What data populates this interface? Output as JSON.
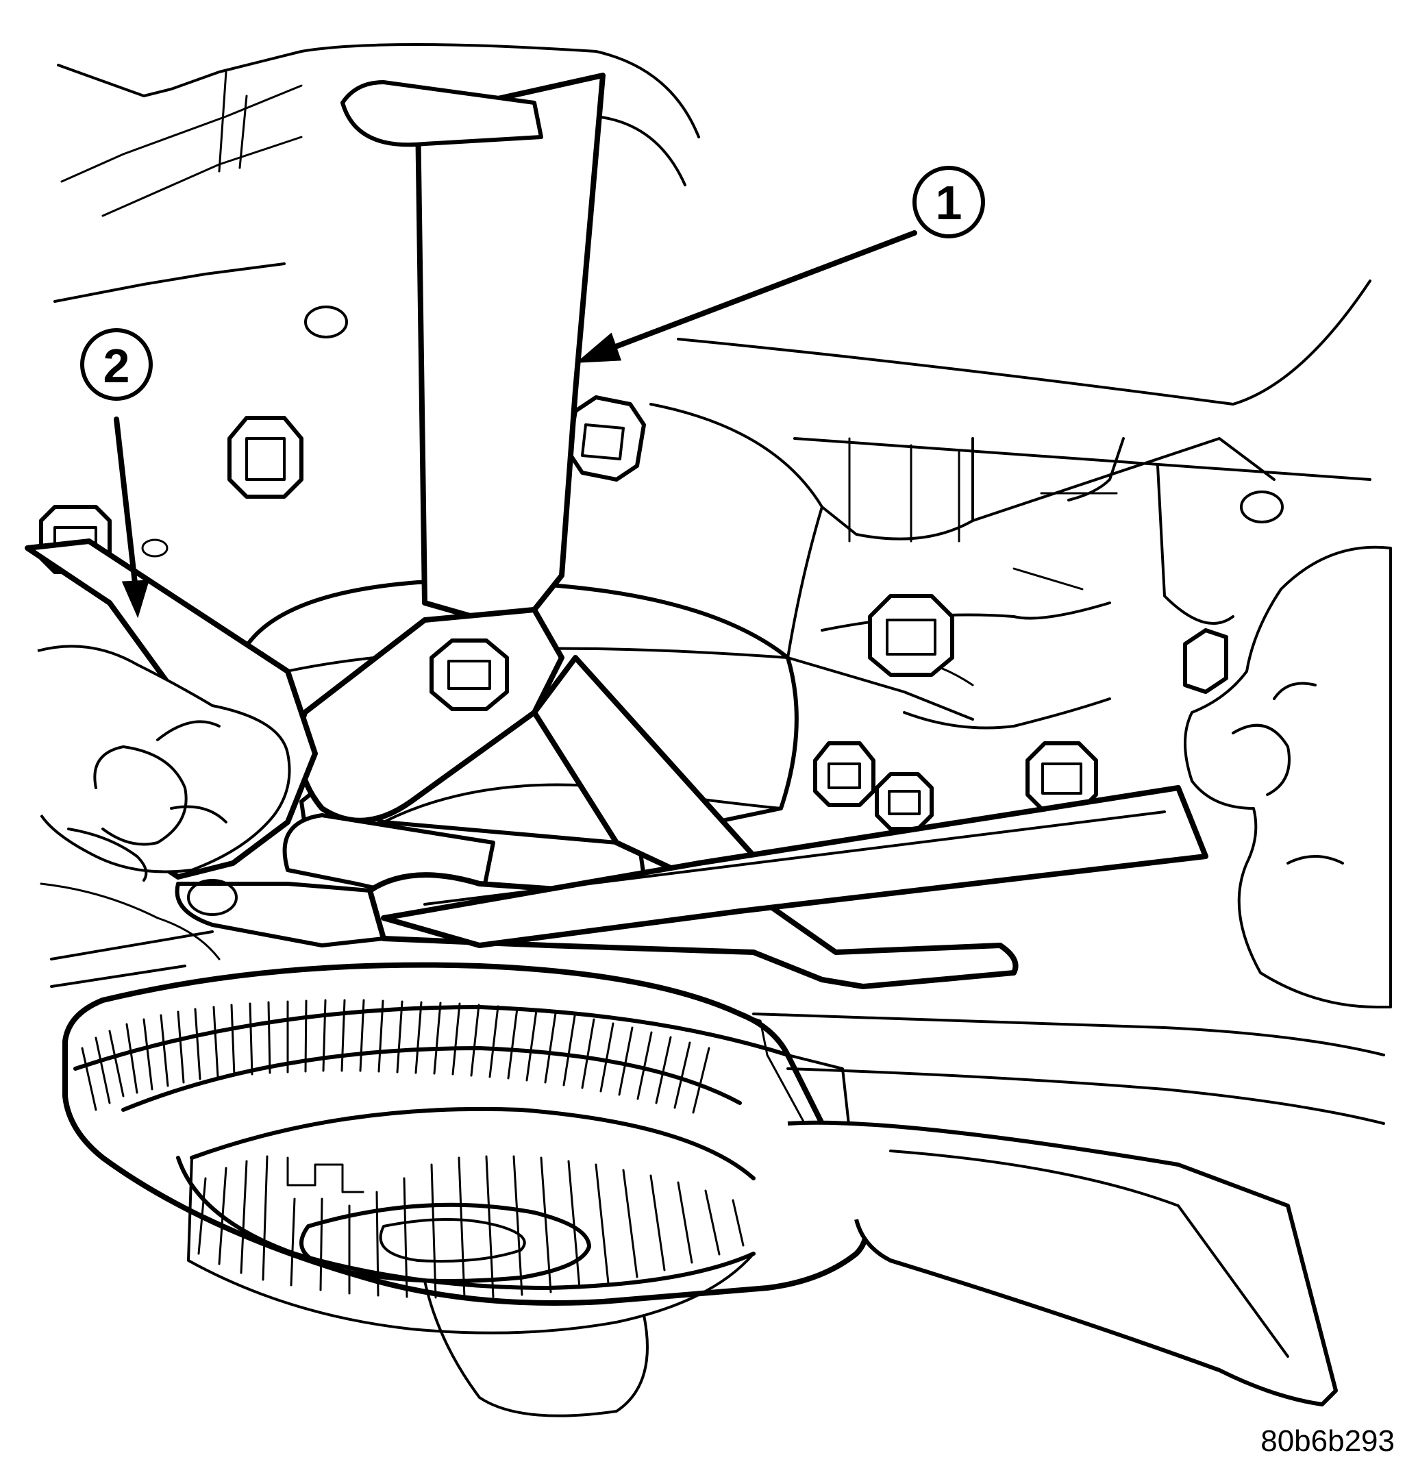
{
  "figure": {
    "id_label": "80b6b293",
    "background": "#ffffff",
    "ink": "#000000"
  },
  "callouts": [
    {
      "number": "1"
    },
    {
      "number": "2"
    }
  ]
}
